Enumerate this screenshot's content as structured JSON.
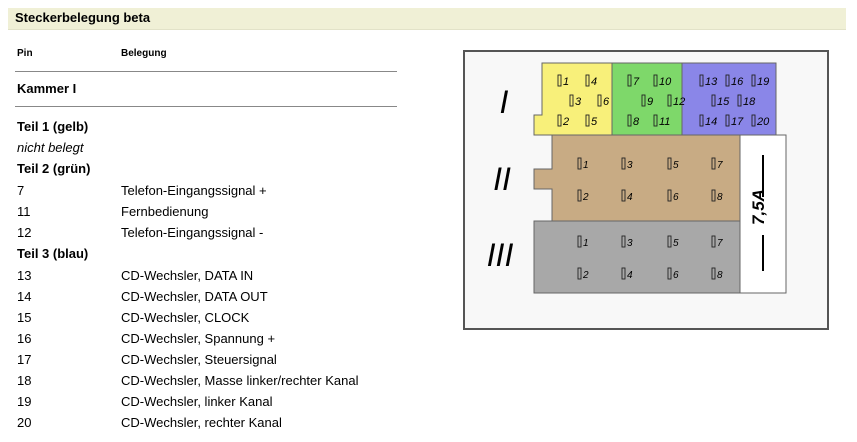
{
  "page": {
    "title": "Steckerbelegung beta"
  },
  "table": {
    "col_pin": "Pin",
    "col_belegung": "Belegung",
    "kammer": "Kammer I",
    "teil1": {
      "label": "Teil 1 (gelb)",
      "note": "nicht belegt"
    },
    "teil2": {
      "label": "Teil 2 (grün)",
      "rows": [
        {
          "pin": "7",
          "desc": "Telefon-Eingangssignal +"
        },
        {
          "pin": "11",
          "desc": "Fernbedienung"
        },
        {
          "pin": "12",
          "desc": "Telefon-Eingangssignal -"
        }
      ]
    },
    "teil3": {
      "label": "Teil 3 (blau)",
      "rows": [
        {
          "pin": "13",
          "desc": "CD-Wechsler, DATA IN"
        },
        {
          "pin": "14",
          "desc": "CD-Wechsler, DATA OUT"
        },
        {
          "pin": "15",
          "desc": "CD-Wechsler, CLOCK"
        },
        {
          "pin": "16",
          "desc": "CD-Wechsler, Spannung +"
        },
        {
          "pin": "17",
          "desc": "CD-Wechsler, Steuersignal"
        },
        {
          "pin": "18",
          "desc": "CD-Wechsler, Masse linker/rechter Kanal"
        },
        {
          "pin": "19",
          "desc": "CD-Wechsler, linker Kanal"
        },
        {
          "pin": "20",
          "desc": "CD-Wechsler, rechter Kanal"
        }
      ]
    }
  },
  "diagram": {
    "chamber_labels": [
      "I",
      "II",
      "III"
    ],
    "fuse_label": "7,5A",
    "colors": {
      "yellow": "#f8f07a",
      "green": "#7ed86a",
      "blue": "#8a86e8",
      "brown": "#c8ab84",
      "gray": "#a8a8a8",
      "frame_bg": "#f8f8f8"
    },
    "chamber1": {
      "yellow": [
        [
          "1",
          "4"
        ],
        [
          "3",
          "6"
        ],
        [
          "2",
          "5"
        ]
      ],
      "green": [
        [
          "7",
          "10"
        ],
        [
          "9",
          "12"
        ],
        [
          "8",
          "11"
        ]
      ],
      "blue": [
        [
          "13",
          "16",
          "19"
        ],
        [
          "15",
          "18"
        ],
        [
          "14",
          "17",
          "20"
        ]
      ]
    },
    "chamber2": [
      [
        "1",
        "3",
        "5",
        "7"
      ],
      [
        "2",
        "4",
        "6",
        "8"
      ]
    ],
    "chamber3": [
      [
        "1",
        "3",
        "5",
        "7"
      ],
      [
        "2",
        "4",
        "6",
        "8"
      ]
    ]
  }
}
